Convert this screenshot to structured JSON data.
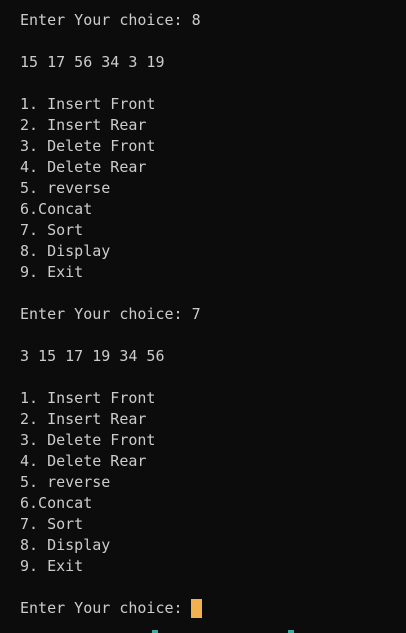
{
  "session": {
    "blocks": [
      {
        "prompt": "Enter Your choice: 8",
        "output": "15 17 56 34 3 19",
        "menu": [
          "1. Insert Front",
          "2. Insert Rear",
          "3. Delete Front",
          "4. Delete Rear",
          "5. reverse",
          "6.Concat",
          "7. Sort",
          "8. Display",
          "9. Exit"
        ]
      },
      {
        "prompt": "Enter Your choice: 7",
        "output": "3 15 17 19 34 56",
        "menu": [
          "1. Insert Front",
          "2. Insert Rear",
          "3. Delete Front",
          "4. Delete Rear",
          "5. reverse",
          "6.Concat",
          "7. Sort",
          "8. Display",
          "9. Exit"
        ]
      }
    ],
    "final_prompt": "Enter Your choice:"
  },
  "colors": {
    "background": "#0c0c0c",
    "foreground": "#cccccc",
    "cursor": "#f2b04f"
  }
}
